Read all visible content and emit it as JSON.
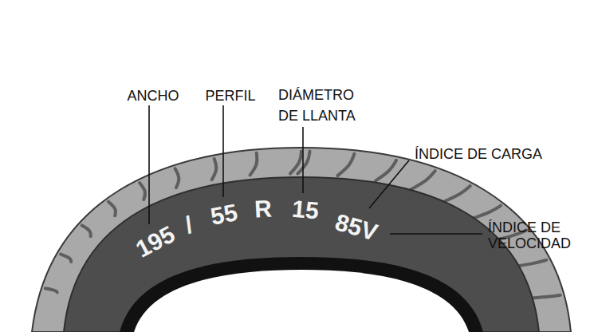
{
  "diagram": {
    "labels": [
      "ANCHO",
      "PERFIL",
      "DIÁMETRO DE LLANTA",
      "ÍNDICE DE CARGA",
      "ÍNDICE DE VELOCIDAD",
      "195",
      "/",
      "55",
      "R",
      "15",
      "85V"
    ]
  }
}
